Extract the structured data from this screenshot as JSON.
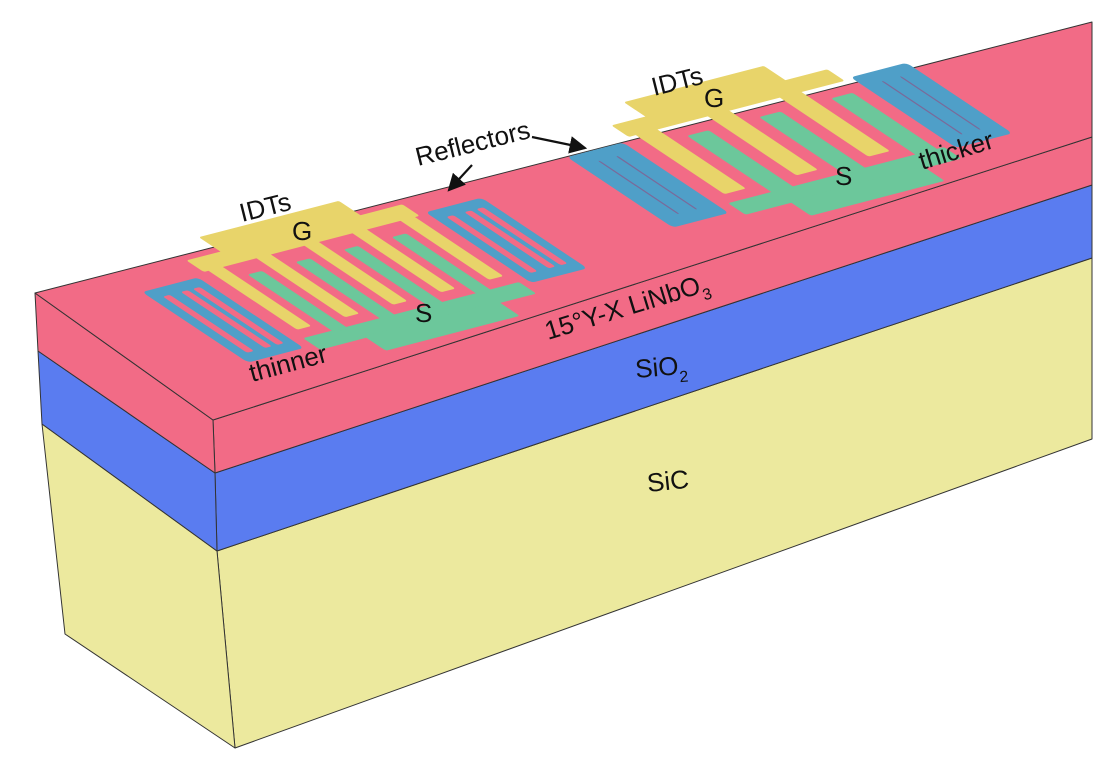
{
  "layers": {
    "top": {
      "label": "15°Y-X LiNbO",
      "sub": "3",
      "color": "#f26b86"
    },
    "middle": {
      "label": "SiO",
      "sub": "2",
      "color": "#5a7cf0"
    },
    "bottom": {
      "label": "SiC",
      "color": "#ece99e"
    }
  },
  "device_left": {
    "idt_label": "IDTs",
    "ground_label": "G",
    "signal_label": "S",
    "thickness_label": "thinner"
  },
  "device_right": {
    "idt_label": "IDTs",
    "ground_label": "G",
    "signal_label": "S",
    "thickness_label": "thicker"
  },
  "reflectors_label": "Reflectors",
  "colors": {
    "ground": "#e8d46a",
    "signal": "#6cc79b",
    "reflector": "#4f9fc8",
    "edge": "#333333"
  }
}
